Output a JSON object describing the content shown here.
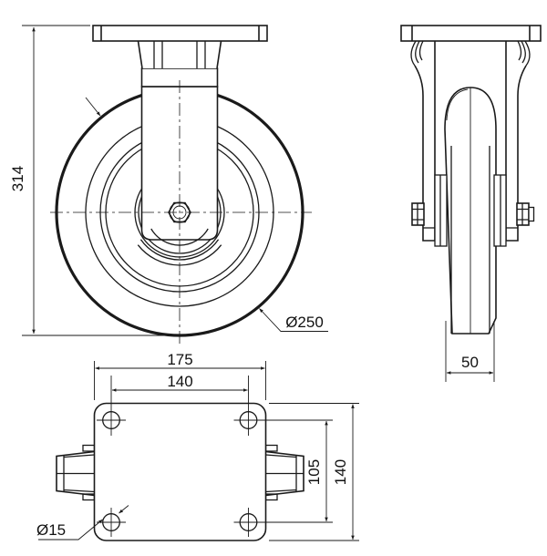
{
  "drawing": {
    "title": "fixed-caster-technical-drawing",
    "colors": {
      "line": "#1a1a1a",
      "background": "#ffffff"
    },
    "dimensions": {
      "front_view": {
        "overall_height": "314",
        "wheel_diameter": "Ø250"
      },
      "side_view": {
        "wheel_width": "50"
      },
      "plate_view": {
        "plate_width": "175",
        "bolt_spacing_width": "140",
        "bolt_spacing_depth": "105",
        "plate_depth": "140",
        "bolt_hole_diameter": "Ø15"
      }
    }
  }
}
